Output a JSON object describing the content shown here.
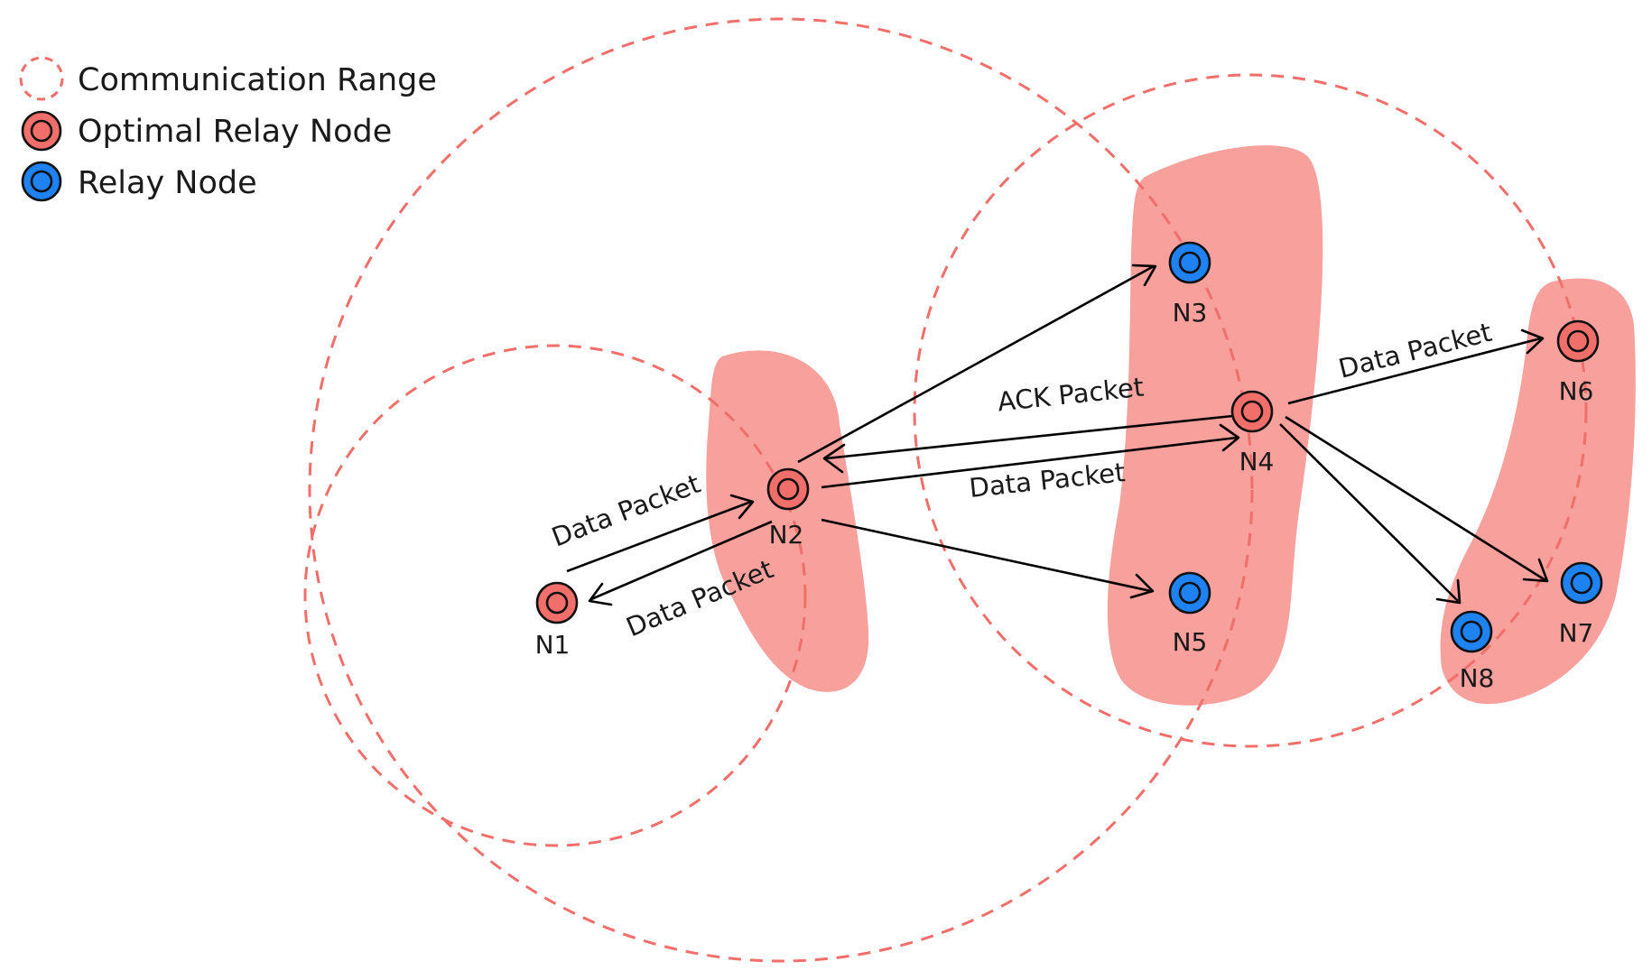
{
  "colors": {
    "optimal": "#f06f6a",
    "relay": "#1f82f2",
    "range": "#f06f6a",
    "highlight": "#f7a09c",
    "edge": "#000000"
  },
  "legend": {
    "range_label": "Communication Range",
    "optimal_label": "Optimal Relay Node",
    "relay_label": "Relay Node"
  },
  "nodes": [
    {
      "id": "N1",
      "label": "N1",
      "type": "optimal"
    },
    {
      "id": "N2",
      "label": "N2",
      "type": "optimal"
    },
    {
      "id": "N3",
      "label": "N3",
      "type": "relay"
    },
    {
      "id": "N4",
      "label": "N4",
      "type": "optimal"
    },
    {
      "id": "N5",
      "label": "N5",
      "type": "relay"
    },
    {
      "id": "N6",
      "label": "N6",
      "type": "optimal"
    },
    {
      "id": "N7",
      "label": "N7",
      "type": "relay"
    },
    {
      "id": "N8",
      "label": "N8",
      "type": "relay"
    }
  ],
  "edges": [
    {
      "from": "N1",
      "to": "N2",
      "label": "Data Packet"
    },
    {
      "from": "N2",
      "to": "N1",
      "label": "Data Packet"
    },
    {
      "from": "N2",
      "to": "N3",
      "label": ""
    },
    {
      "from": "N2",
      "to": "N4",
      "label": "Data Packet"
    },
    {
      "from": "N4",
      "to": "N2",
      "label": "ACK Packet"
    },
    {
      "from": "N2",
      "to": "N5",
      "label": ""
    },
    {
      "from": "N4",
      "to": "N6",
      "label": "Data Packet"
    },
    {
      "from": "N4",
      "to": "N7",
      "label": ""
    },
    {
      "from": "N4",
      "to": "N8",
      "label": ""
    }
  ]
}
